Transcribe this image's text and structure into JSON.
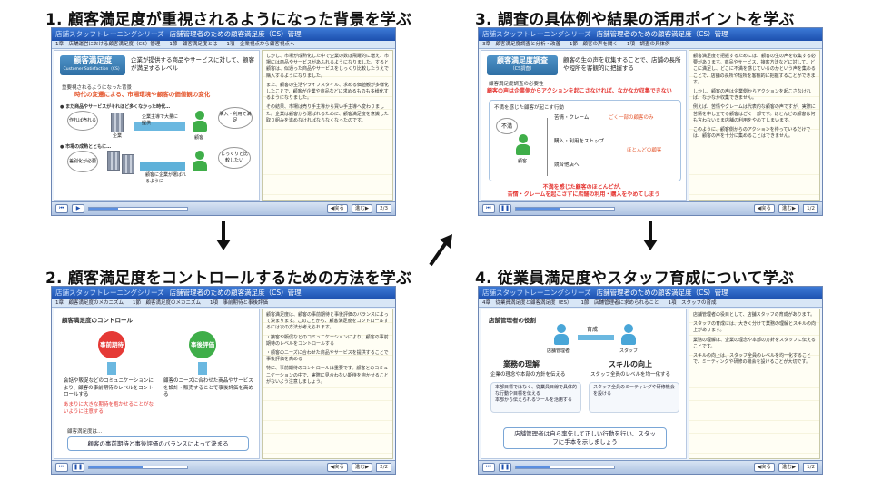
{
  "steps": [
    {
      "title": "1. 顧客満足度が重視されるようになった背景を学ぶ",
      "series": "店舗スタッフトレーニングシリーズ",
      "course": "店舗管理者のための顧客満足度（CS）管理",
      "breadcrumb": [
        "1章　店舗運営における顧客満足度（CS）管理",
        "1節　顧客満足度とは",
        "1項　企業視点から顧客視点へ"
      ],
      "slide": {
        "badge_main": "顧客満足度",
        "badge_sub": "Customer Satisfaction（CS）",
        "lead": "企業が提供する商品やサービスに対して、顧客が満足するレベル",
        "heading": "重要視されるようになった背景",
        "highlight": "時代の変遷による、市場環境や顧客の価値観の変化",
        "past_label": "● まだ商品やサービスがそれほど多くなかった時代…",
        "bubble1": "作れば売れる",
        "company": "企業",
        "supply": "企業主導で大量に提供",
        "customer": "顧客",
        "bubble2": "購入・利用で満足",
        "mature_label": "● 市場の成熟とともに…",
        "bubble3": "差別化が必要",
        "choice": "顧客に企業が選ばれるように",
        "bubble4": "じっくりと比較したい"
      },
      "notes": [
        "しかし、市場が成熟化した中で企業の数は飛躍的に増え、市場には商品やサービスがあふれるようになりました。すると顧客は、似通った商品やサービスをじっくり比較したうえで購入するようになりました。",
        "また、顧客の生活やライフスタイル、求める価値観が多様化したことで、顧客が企業や商品などに求めるものも多様化するようになりました。",
        "その結果、市場は売り手主導から買い手主導へ変わりました。企業は顧客から選ばれるために、顧客満足度を意識した取り組みを進めなければならなくなったのです。"
      ],
      "page": "2/3"
    },
    {
      "title": "2. 顧客満足度をコントロールするための方法を学ぶ",
      "series": "店舗スタッフトレーニングシリーズ",
      "course": "店舗管理者のための顧客満足度（CS）管理",
      "breadcrumb": [
        "1章　顧客満足度のメカニズム",
        "1節　顧客満足度のメカニズム",
        "1項　事前期待と事後評価"
      ],
      "slide": {
        "heading": "顧客満足度のコントロール",
        "badge_left": "事前期待",
        "badge_right": "事後評価",
        "text_left": "会話や販促などのコミュニケーションにより、顧客の事前期待のレベルをコントロールする",
        "warn_left": "あまりに大きな期待を抱かせることがないように注意する",
        "text_right": "顧客のニーズに合わせた商品やサービスを設計・販売することで事後評価を高める",
        "summary_label": "顧客満足度は…",
        "summary": "顧客の事前期待と事後評価のバランスによって決まる"
      },
      "notes": [
        "顧客満足度は、顧客の事前期待と事後評価のバランスによって決まります。このことから、顧客満足度をコントロールするには次の方法が考えられます。",
        "・接客や販促などのコミュニケーションにより、顧客の事前期待のレベルをコントロールする",
        "・顧客のニーズに合わせた商品やサービスを提供することで事後評価を高める",
        "特に、事前期待のコントロールは重要です。顧客とのコミュニケーションの中で、実際に見合わない期待を抱かせることがないよう注意しましょう。"
      ],
      "page": "2/2"
    },
    {
      "title": "3. 調査の具体例や結果の活用ポイントを学ぶ",
      "series": "店舗スタッフトレーニングシリーズ",
      "course": "店舗管理者のための顧客満足度（CS）管理",
      "breadcrumb": [
        "3章　顧客満足度調査と分析・改善",
        "1節　顧客の声を聞く",
        "1項　調査の具体例"
      ],
      "slide": {
        "badge_main": "顧客満足度調査",
        "badge_sub": "（CS調査）",
        "lead": "顧客の生の声を収集することで、店舗の長所や短所を客観的に把握する",
        "heading": "顧客満足度調査の必要性",
        "highlight": "顧客の声は企業側からアクションを起こさなければ、なかなか収集できない",
        "diagram_title": "不満を感じた顧客が起こす行動",
        "bubble": "不満",
        "customer": "顧客",
        "action1": "苦情・クレーム",
        "action1_result": "ごく一部の顧客のみ",
        "action2": "購入・利用をストップ",
        "action3": "競合他店へ",
        "majority": "ほとんどの顧客",
        "conclusion1": "不満を感じた顧客のほとんどが、",
        "conclusion2": "苦情・クレームを起こさずに店舗の利用・購入をやめてしまう"
      },
      "notes": [
        "顧客満足度を把握するためには、顧客の生の声を収集する必要があります。商品やサービス、接客方法などに対して、どこに満足し、どこに不満を感じているのかという声を集めることで、店舗の長所や短所を客観的に把握することができます。",
        "しかし、顧客の声は企業側からアクションを起こさなければ、なかなか収集できません。",
        "例えば、苦情やクレームは代表的な顧客の声ですが、実際に苦情を申し立てる顧客はごく一部です。ほとんどの顧客は何も言わないまま店舗の利用をやめてしまいます。",
        "このように、顧客側からのアクションを待っているだけでは、顧客の声を十分に集めることはできません。"
      ],
      "page": "1/2"
    },
    {
      "title": "4. 従業員満足度やスタッフ育成について学ぶ",
      "series": "店舗スタッフトレーニングシリーズ",
      "course": "店舗管理者のための顧客満足度（CS）管理",
      "breadcrumb": [
        "4章　従業員満足度と顧客満足度（ES）",
        "1節　店舗管理者に求められること",
        "1項　スタッフの育成"
      ],
      "slide": {
        "heading": "店舗管理者の役割",
        "manager": "店舗管理者",
        "arrow_label": "育成",
        "staff": "スタッフ",
        "col_left_title": "業務の理解",
        "col_left_sub": "企業の理念や本部の方針を伝える",
        "col_left_items": [
          "本部目標ではなく、従業員目線で具体的な行動や目標を伝える",
          "本部から伝えられるツールを活用する"
        ],
        "col_right_title": "スキルの向上",
        "col_right_sub": "スタッフ全員のレベルを均一化する",
        "col_right_items": [
          "スタッフ全員のミーティングや研修機会を設ける"
        ],
        "summary": "店舗管理者は自ら率先して正しい行動を行い、スタッフに手本を示しましょう"
      },
      "notes": [
        "店舗管理者の役目として、店舗スタッフの育成があります。",
        "スタッフの育成には、大きく分けて業務の理解とスキルの向上があります。",
        "業務の理解は、企業の理念や本部の方針をスタッフに伝えることです。",
        "スキルの向上は、スタッフ全員のレベルを均一化することで、ミーティングや研修の機会を設けることが大切です。"
      ],
      "page": "1/2"
    }
  ],
  "controls": {
    "back": "◀戻る",
    "next": "進む▶"
  },
  "colors": {
    "title_bar": "#1c4fae",
    "highlight_orange": "#e4572e",
    "badge_blue": "#2f6fa4",
    "badge_red": "#e53935",
    "badge_green": "#3fae49"
  }
}
